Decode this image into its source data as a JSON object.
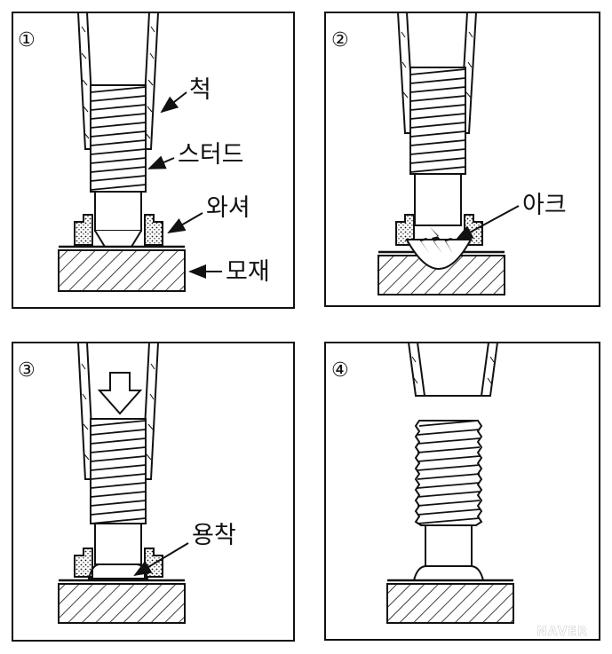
{
  "panels": [
    {
      "number": "①",
      "labels": {
        "chuck": "척",
        "stud": "스터드",
        "washer": "와셔",
        "base": "모재"
      }
    },
    {
      "number": "②",
      "labels": {
        "arc": "아크"
      }
    },
    {
      "number": "③",
      "labels": {
        "weld": "용착"
      }
    },
    {
      "number": "④",
      "labels": {}
    }
  ],
  "watermark": "NAVER",
  "colors": {
    "ink": "#111111",
    "paper": "#ffffff"
  }
}
